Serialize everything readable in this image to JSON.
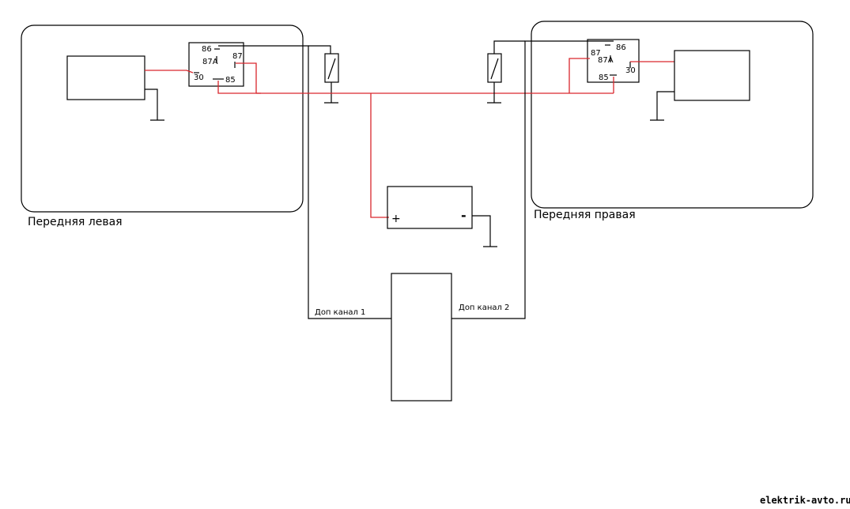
{
  "colors": {
    "wire_power": "#d9272d",
    "wire_signal": "#000000",
    "background": "#ffffff"
  },
  "zones": {
    "left": {
      "label": "Передняя левая"
    },
    "right": {
      "label": "Передняя правая"
    }
  },
  "relay_left": {
    "pin86": "86",
    "pin87": "87",
    "pin87a": "87A",
    "pin30": "30",
    "pin85": "85"
  },
  "relay_right": {
    "pin86": "86",
    "pin87": "87",
    "pin87a": "87A",
    "pin30": "30",
    "pin85": "85"
  },
  "battery": {
    "plus": "+",
    "minus": "-"
  },
  "controller": {
    "channel1": "Доп канал 1",
    "channel2": "Доп канал 2"
  },
  "watermark": "elektrik-avto.ru"
}
